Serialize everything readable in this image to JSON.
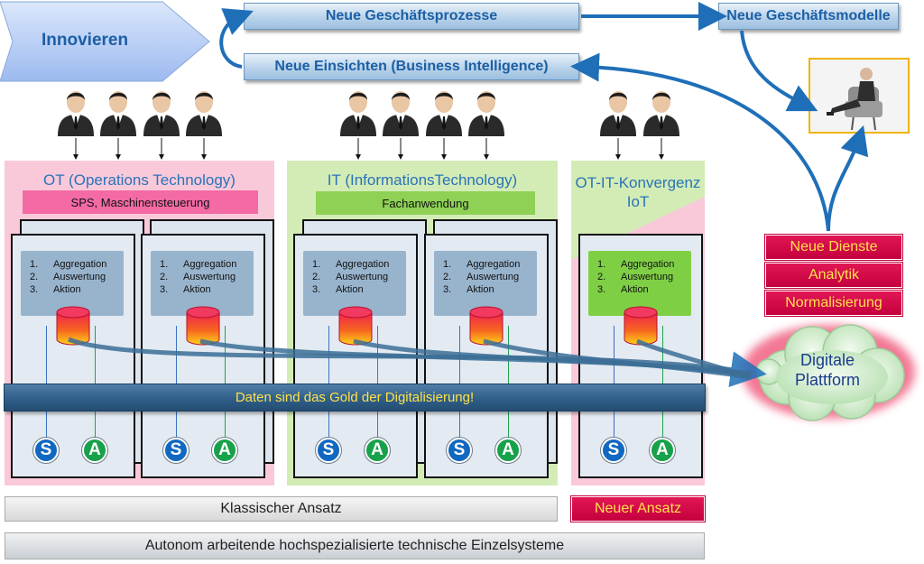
{
  "innovate": {
    "label": "Innovieren"
  },
  "banners": {
    "new_processes": "Neue Geschäftsprozesse",
    "new_models": "Neue Geschäftsmodelle",
    "new_insights": "Neue Einsichten (Business Intelligence)"
  },
  "sections": {
    "ot": {
      "title": "OT (Operations Technology)",
      "sub": "SPS, Maschinensteuerung"
    },
    "it": {
      "title": "IT (InformationsTechnology)",
      "sub": "Fachanwendung"
    },
    "iot": {
      "title_line1": "OT-IT-Konvergenz",
      "title_line2": "IoT"
    }
  },
  "list_items": [
    {
      "num": "1.",
      "label": "Aggregation"
    },
    {
      "num": "2.",
      "label": "Auswertung"
    },
    {
      "num": "3.",
      "label": "Aktion"
    }
  ],
  "sensor_label": "S",
  "actor_label": "A",
  "gold_band": "Daten sind das Gold der Digitalisierung!",
  "services": [
    "Neue Dienste",
    "Analytik",
    "Normalisierung"
  ],
  "platform": {
    "line1": "Digitale",
    "line2": "Plattform"
  },
  "bottom": {
    "classic": "Klassischer Ansatz",
    "new": "Neuer Ansatz",
    "autonomous": "Autonom arbeitende hochspezialisierte technische Einzelsysteme"
  },
  "colors": {
    "banner_text": "#1c5fa5",
    "ot_bg": "#f8c8d8",
    "it_bg": "#d2ecb5",
    "accent_red": "#d40a48",
    "gold_text": "#ffe14a",
    "sensor": "#1168c0",
    "actor": "#17a14a"
  },
  "icons": [
    "person-icon",
    "database-icon",
    "chevron-arrow-icon",
    "cloud-icon",
    "person-in-chair-image"
  ]
}
